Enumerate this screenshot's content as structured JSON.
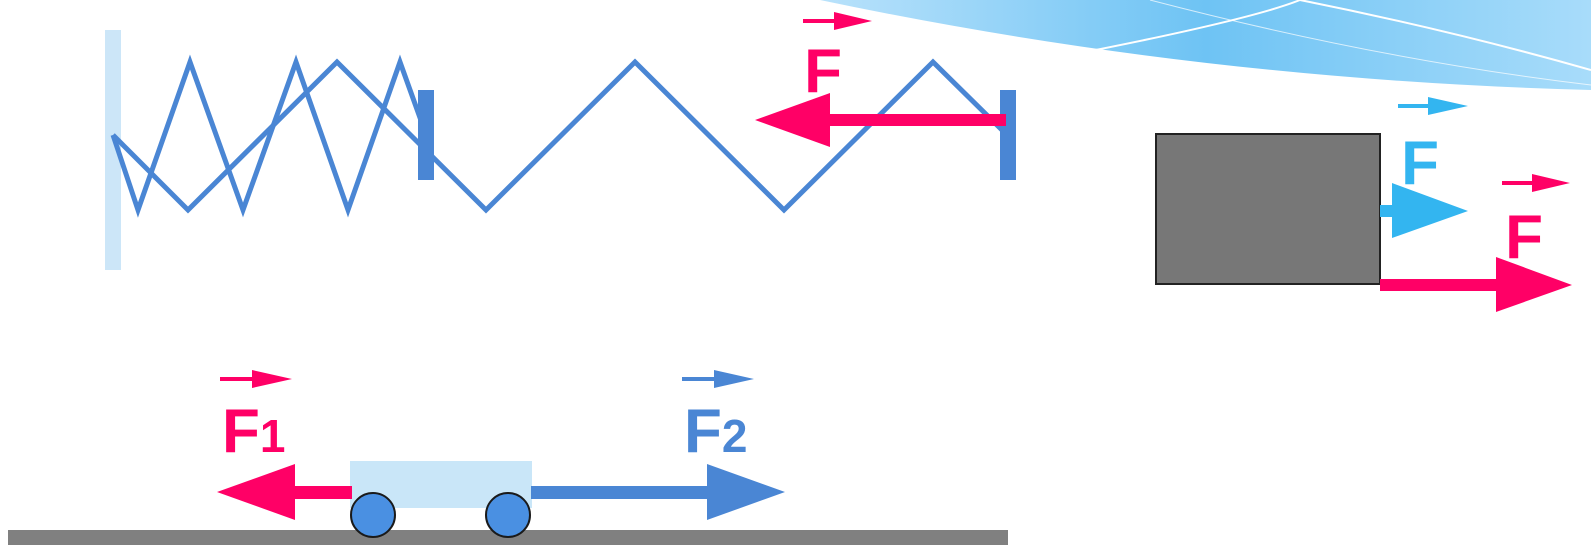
{
  "colors": {
    "spring": "#4a86d4",
    "wall": "#cce6f8",
    "force_red": "#ff0066",
    "force_blue": "#4a86d4",
    "force_cyan": "#33b5f0",
    "block": "#777777",
    "cart_body": "#c9e6f8",
    "wheel": "#4a90e2",
    "ground": "#808080",
    "decor_wave": "#7cc6f4"
  },
  "spring_figure": {
    "force_label": "F"
  },
  "block_figure": {
    "force_label_top": "F",
    "force_label_bottom": "F"
  },
  "cart_figure": {
    "left_force": {
      "letter": "F",
      "subscript": "1"
    },
    "right_force": {
      "letter": "F",
      "subscript": "2"
    }
  }
}
